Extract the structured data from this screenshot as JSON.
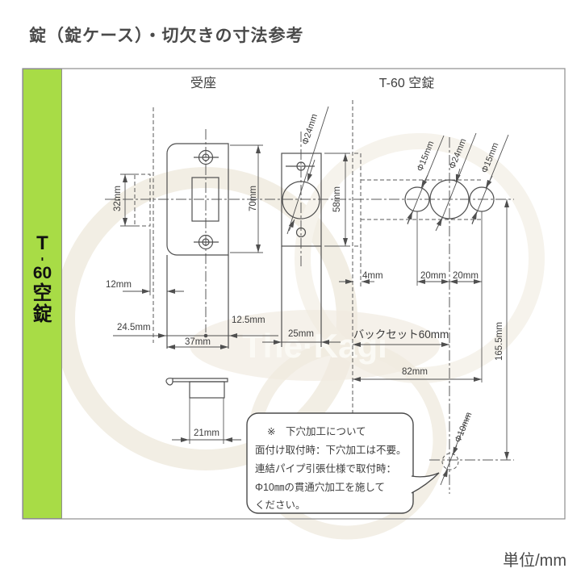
{
  "title": "錠（錠ケース）・切欠きの寸法参考",
  "unit_label": "単位/mm",
  "watermark": "The·Kagi",
  "sidebar": {
    "label": "T-60空錠",
    "color": "#a8dc46",
    "parts": [
      "T",
      "-",
      "60",
      "空",
      "錠"
    ]
  },
  "section_labels": {
    "strike_plate": "受座",
    "lock_case": "T-60 空錠"
  },
  "dims": {
    "notch_height": "32mm",
    "plate_height": "70mm",
    "case_height": "58mm",
    "notch_depth": "12mm",
    "center_to_left": "24.5mm",
    "center_to_right": "12.5mm",
    "plate_width": "37mm",
    "case_width": "25mm",
    "latch_width": "21mm",
    "edge_gap": "4mm",
    "hole_pitch_left": "20mm",
    "hole_pitch_right": "20mm",
    "backset": "バックセット60mm",
    "total_depth": "82mm",
    "lower_hole_distance": "165.5mm",
    "case_hole_dia": "Φ24mm",
    "side_hole_left_dia": "Φ15mm",
    "side_hole_mid_dia": "Φ24mm",
    "side_hole_right_dia": "Φ15mm",
    "through_hole_dia": "Φ10mm"
  },
  "note": {
    "lines": [
      "※　下穴加工について",
      "面付け取付時：下穴加工は不要。",
      "連結パイプ引張仕様で取付時：",
      "Φ10㎜の貫通穴加工を施して",
      "ください。"
    ]
  }
}
